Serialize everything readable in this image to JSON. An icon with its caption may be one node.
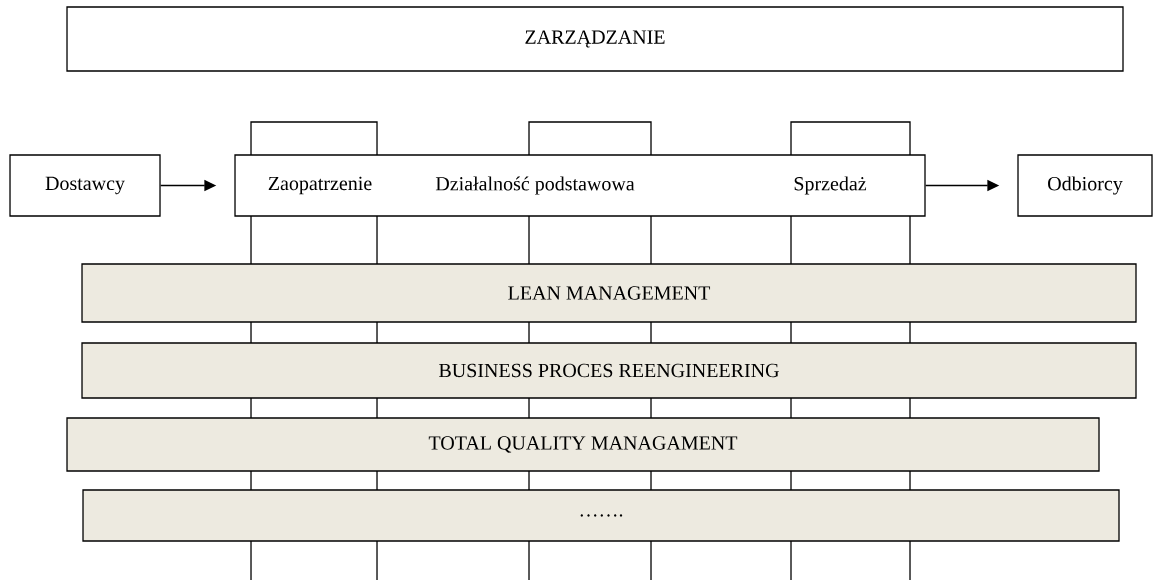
{
  "diagram": {
    "nodes": [
      {
        "text": [
          "ZARZĄDZANIE"
        ]
      },
      {
        "text": [
          "Dostawcy"
        ]
      },
      {
        "text": [
          "Zaopatrzenie",
          "Działalność podstawowa",
          "Sprzedaż"
        ]
      },
      {
        "text": [
          "Odbiorcy"
        ]
      },
      {
        "text": [
          "LEAN MANAGEMENT"
        ]
      },
      {
        "text": [
          "BUSINESS PROCES REENGINEERING"
        ]
      },
      {
        "text": [
          "TOTAL QUALITY MANAGAMENT"
        ]
      },
      {
        "text": [
          "……."
        ]
      }
    ],
    "edges": [
      {
        "from": 1,
        "to": 2,
        "arrow": "to"
      },
      {
        "from": 2,
        "to": 3,
        "arrow": "to"
      }
    ]
  }
}
